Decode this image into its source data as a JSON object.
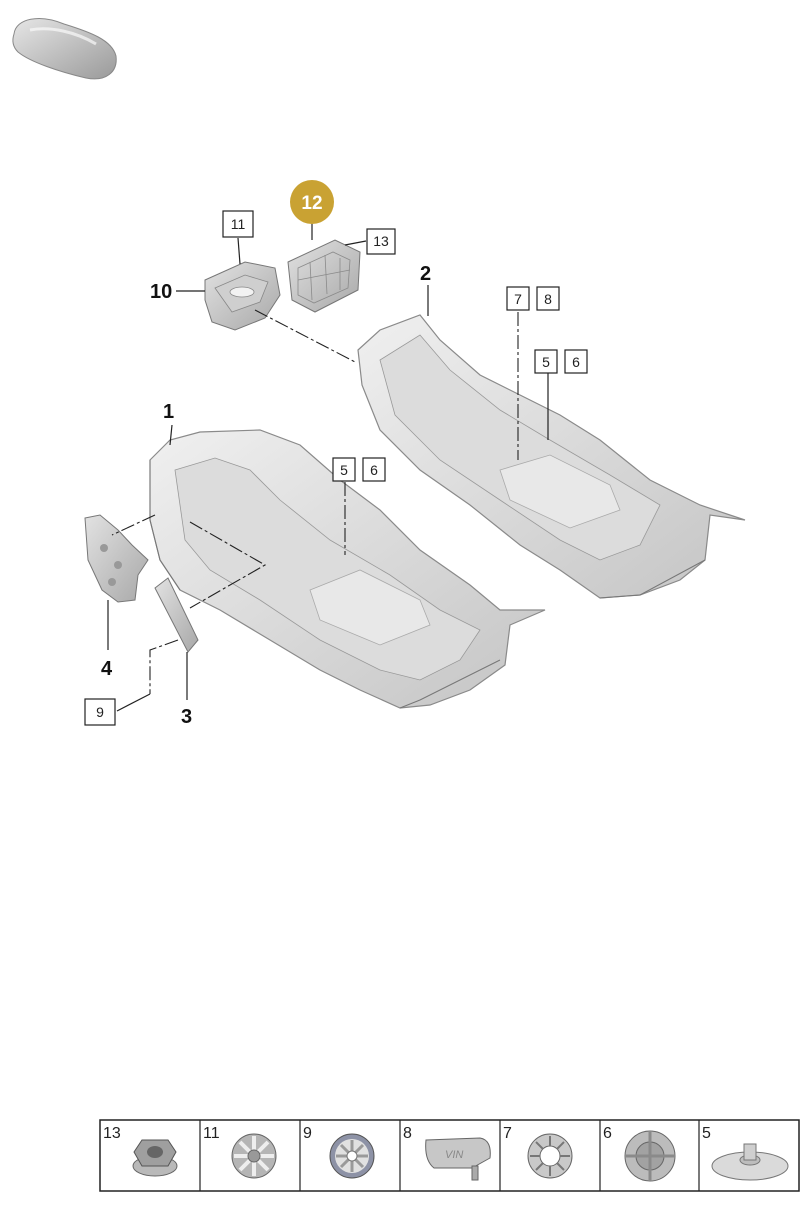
{
  "highlight_color": "#c9a233",
  "callouts": {
    "c1": "1",
    "c2": "2",
    "c3": "3",
    "c4": "4",
    "c10": "10",
    "c12": "12",
    "b11": "11",
    "b13": "13",
    "b7": "7",
    "b8": "8",
    "b5a": "5",
    "b6a": "6",
    "b5b": "5",
    "b6b": "6",
    "b9": "9"
  },
  "legend": [
    {
      "number": "13",
      "icon": "flange-nut-icon"
    },
    {
      "number": "11",
      "icon": "spring-clip-icon"
    },
    {
      "number": "9",
      "icon": "star-clip-icon"
    },
    {
      "number": "8",
      "icon": "vin-cap-icon"
    },
    {
      "number": "7",
      "icon": "push-nut-icon"
    },
    {
      "number": "6",
      "icon": "retainer-icon"
    },
    {
      "number": "5",
      "icon": "fastener-disc-icon"
    }
  ]
}
